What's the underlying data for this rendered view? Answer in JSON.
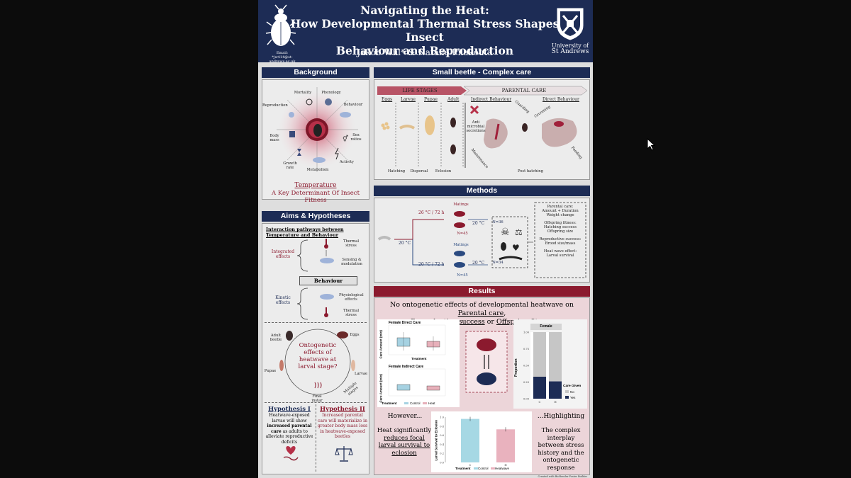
{
  "poster": {
    "title_line1": "Navigating the Heat:",
    "title_line2": "How Developmental Thermal Stress Shapes Insect",
    "title_line3": "Behaviour and Reproduction",
    "authors": "Jakob Wiil* & Natalie Pilakouta",
    "email_label": "Email:",
    "email": "*jw414@st-andrews.ac.uk",
    "university_line1": "University of",
    "university_line2": "St Andrews"
  },
  "background": {
    "header": "Background",
    "traits": [
      "Mortality",
      "Phenology",
      "Behaviour",
      "Sex ratios",
      "Activity",
      "Metabolism",
      "Growth rate",
      "Body mass",
      "Reproduction"
    ],
    "temp_title": "Temperature",
    "temp_sub": "A Key Determinant Of Insect Fitness"
  },
  "aims": {
    "header": "Aims & Hypotheses",
    "pathways_title": "Interaction pathways between Temperature and Behaviour",
    "integrated": "Integrated effects",
    "thermal_stress": "Thermal stress",
    "sensing": "Sensing & modulation",
    "behaviour": "Behaviour",
    "kinetic": "Kinetic effects",
    "physio": "Physiological effects",
    "thermal_stress2": "Thermal stress",
    "cycle_center": "Ontogenetic effects of heatwave at larval stage?",
    "cycle_labels": [
      "Adult beetle",
      "Eggs",
      "Larvae",
      "Multiple stages",
      "Final instar",
      "Pupae"
    ],
    "hyp1_title": "Hypothesis I",
    "hyp1_text_a": "Heatwave-exposed larvae will show",
    "hyp1_text_b": "increased parental care",
    "hyp1_text_c": "as adults to alleviate reproductive deficits",
    "hyp2_title": "Hypothesis II",
    "hyp2_text_a": "Increased parental care will materialize in",
    "hyp2_text_b": "greater body mass loss",
    "hyp2_text_c": "in heatwave-exposed beetles"
  },
  "care": {
    "header": "Small beetle - Complex care",
    "life_stages": "LIFE STAGES",
    "parental_care": "PARENTAL CARE",
    "stages": [
      "Eggs",
      "Larvae",
      "Pupae",
      "Adult"
    ],
    "indirect": "Indirect Behaviour",
    "direct": "Direct Behaviour",
    "anti_microbial": "Anti microbial secretions",
    "guarding": "Guarding",
    "grooming": "Grooming",
    "maintenance": "Maintenance",
    "feeding": "Feeding",
    "events": [
      "Hatching",
      "Dispersal",
      "Eclosion",
      "Post hatching"
    ]
  },
  "methods": {
    "header": "Methods",
    "hot": "26 °C / 72 h",
    "control": "20 °C / 72 h",
    "base": "20 °C",
    "matings1": "Matings",
    "matings2": "Matings",
    "n1": "N=45",
    "n2": "N=45",
    "after1": "20 °C",
    "after2": "20 °C",
    "n36": "N=36",
    "n34": "N=34",
    "measures": [
      {
        "title": "Parental care:",
        "detail": "Amount + Duration Weight change"
      },
      {
        "title": "Offspring fitness:",
        "detail": "Hatching success Offspring size"
      },
      {
        "title": "Reproductive success:",
        "detail": "Brood size/mass"
      },
      {
        "title": "Heat wave effect:",
        "detail": "Larval survival"
      }
    ]
  },
  "results": {
    "header": "Results",
    "statement_a": "No ontogenetic effects of developmental heatwave on ",
    "statement_b": "Parental care",
    "statement_c": ", ",
    "statement_d": "Reproductive success",
    "statement_e": " or ",
    "statement_f": "Offspring fitness",
    "however": "However...",
    "heat_text_a": "Heat significantly",
    "heat_text_b": "reduces focal larval survival to eclosion",
    "highlighting": "...Highlighting",
    "highlight_text": "The complex interplay between stress history and the ontogenetic response",
    "footer": "Created with BioRender Poster Builder"
  },
  "chart_data": [
    {
      "type": "box",
      "title": "Female Direct Care",
      "xlabel": "Treatment",
      "ylabel": "Care Amount (min)",
      "categories": [
        "C",
        "H"
      ],
      "colors": [
        "#a6d2e2",
        "#e7b0ba"
      ]
    },
    {
      "type": "box",
      "title": "Female Indirect Care",
      "xlabel": "Treatment",
      "ylabel": "Care Amount (min)",
      "categories": [
        "C",
        "H"
      ],
      "legend": [
        "Control",
        "Heat"
      ],
      "colors": [
        "#a6d2e2",
        "#e7b0ba"
      ]
    },
    {
      "type": "bar",
      "title": "Female",
      "ylabel": "Proportion",
      "categories": [
        "C",
        "H"
      ],
      "yticks": [
        "0.00",
        "0.25",
        "0.50",
        "0.75",
        "1.00"
      ],
      "ylim": [
        0,
        1
      ],
      "series": [
        {
          "name": "Yes",
          "values": [
            0.33,
            0.26
          ]
        },
        {
          "name": "No",
          "values": [
            0.67,
            0.74
          ]
        }
      ],
      "legend_title": "Care Given",
      "colors": [
        "#1d2c55",
        "#c6c6c6"
      ]
    },
    {
      "type": "bar",
      "ylabel": "Larval Survival to Eclosion",
      "categories": [
        "C",
        "H"
      ],
      "values": [
        0.96,
        0.73
      ],
      "ylim": [
        0,
        1
      ],
      "yticks": [
        "0.0",
        "0.2",
        "0.4",
        "0.6",
        "0.8",
        "1.0"
      ],
      "xlabel": "Treatment",
      "legend": [
        "Control",
        "Heatwave"
      ],
      "colors": [
        "#a6d8e4",
        "#e9b2be"
      ]
    }
  ]
}
